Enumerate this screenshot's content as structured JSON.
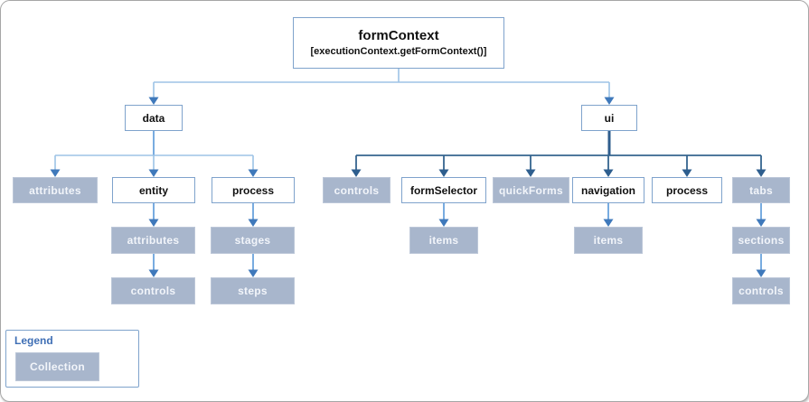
{
  "diagram": {
    "root": {
      "label": "formContext",
      "sublabel": "[executionContext.getFormContext()]"
    },
    "branches": {
      "data": {
        "label": "data",
        "children": [
          {
            "label": "attributes",
            "type": "collection"
          },
          {
            "label": "entity",
            "type": "object",
            "children": [
              {
                "label": "attributes",
                "type": "collection",
                "children": [
                  {
                    "label": "controls",
                    "type": "collection"
                  }
                ]
              }
            ]
          },
          {
            "label": "process",
            "type": "object",
            "children": [
              {
                "label": "stages",
                "type": "collection",
                "children": [
                  {
                    "label": "steps",
                    "type": "collection"
                  }
                ]
              }
            ]
          }
        ]
      },
      "ui": {
        "label": "ui",
        "children": [
          {
            "label": "controls",
            "type": "collection"
          },
          {
            "label": "formSelector",
            "type": "object",
            "children": [
              {
                "label": "items",
                "type": "collection"
              }
            ]
          },
          {
            "label": "quickForms",
            "type": "collection"
          },
          {
            "label": "navigation",
            "type": "object",
            "children": [
              {
                "label": "items",
                "type": "collection"
              }
            ]
          },
          {
            "label": "process",
            "type": "object"
          },
          {
            "label": "tabs",
            "type": "collection",
            "children": [
              {
                "label": "sections",
                "type": "collection",
                "children": [
                  {
                    "label": "controls",
                    "type": "collection"
                  }
                ]
              }
            ]
          }
        ]
      }
    }
  },
  "legend": {
    "title": "Legend",
    "items": [
      {
        "label": "Collection",
        "type": "collection"
      }
    ]
  },
  "colors": {
    "collection_fill": "#a8b6cc",
    "collection_border": "#bcc7d8",
    "collection_text": "#f2f5fa",
    "object_border": "#7fa3cc",
    "connector_light": "#9dc3e6",
    "connector_mid_line": "#6aa3dc",
    "connector_mid_arrow": "#3f79bb",
    "connector_dark": "#35648f",
    "legend_title_color": "#3f6fb5"
  }
}
